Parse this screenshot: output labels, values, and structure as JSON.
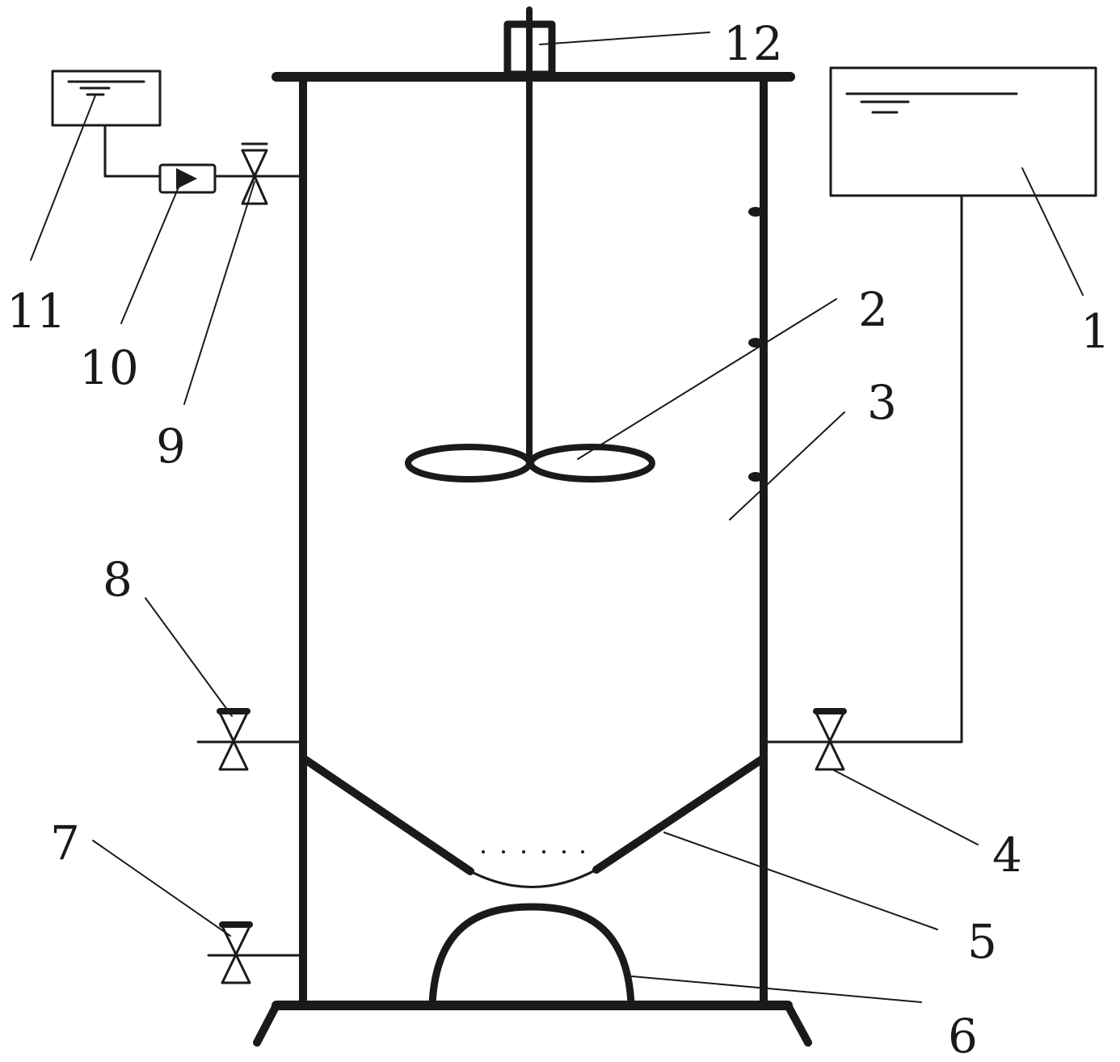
{
  "labels": {
    "l1": "1",
    "l2": "2",
    "l3": "3",
    "l4": "4",
    "l5": "5",
    "l6": "6",
    "l7": "7",
    "l8": "8",
    "l9": "9",
    "l10": "10",
    "l11": "11",
    "l12": "12"
  },
  "colors": {
    "ink": "#1a1a1a",
    "background": "#ffffff"
  }
}
